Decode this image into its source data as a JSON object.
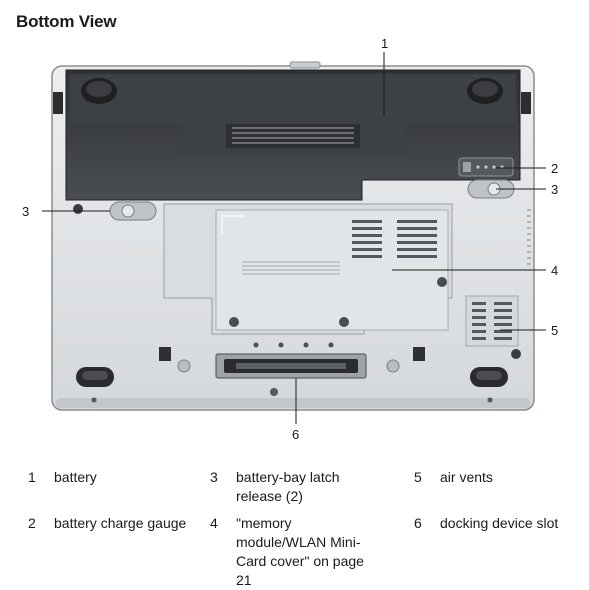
{
  "page_title": "Bottom View",
  "callouts": [
    "1",
    "2",
    "3",
    "3",
    "4",
    "5",
    "6"
  ],
  "legend": [
    {
      "num": "1",
      "text": "battery"
    },
    {
      "num": "2",
      "text": "battery charge gauge"
    },
    {
      "num": "3",
      "text": "battery-bay latch release (2)"
    },
    {
      "num": "4",
      "text": "\"memory module/WLAN Mini-Card cover\" on page 21"
    },
    {
      "num": "5",
      "text": "air vents"
    },
    {
      "num": "6",
      "text": "docking device slot"
    }
  ],
  "colors": {
    "body_light": "#e4e6e8",
    "body_mid": "#cdd0d3",
    "battery_dark": "#3a3c3f",
    "outline": "#6b6e72"
  }
}
